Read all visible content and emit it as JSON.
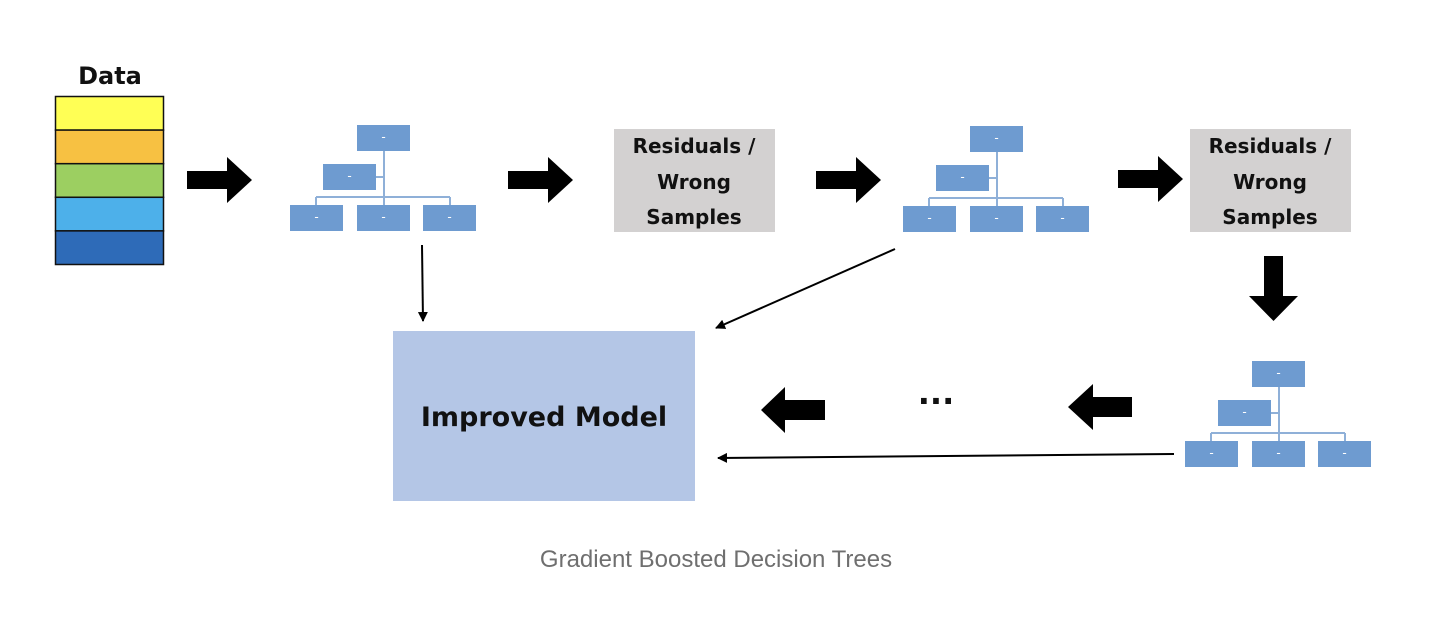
{
  "data_block": {
    "label": "Data",
    "colors": [
      "#ffff55",
      "#f7c142",
      "#9ccf61",
      "#4db0ea",
      "#2e6bb8"
    ]
  },
  "tree": {
    "node_label": "-",
    "node_color": "#6e9bd0",
    "edge_color": "#8fb0d8"
  },
  "residual_box": {
    "lines": [
      "Residuals /",
      "Wrong",
      "Samples"
    ],
    "color": "#d3d1d1"
  },
  "improved_model": {
    "label": "Improved Model",
    "color": "#b4c6e6"
  },
  "ellipsis": "...",
  "caption": "Gradient Boosted Decision Trees",
  "arrow_color": "#000000"
}
